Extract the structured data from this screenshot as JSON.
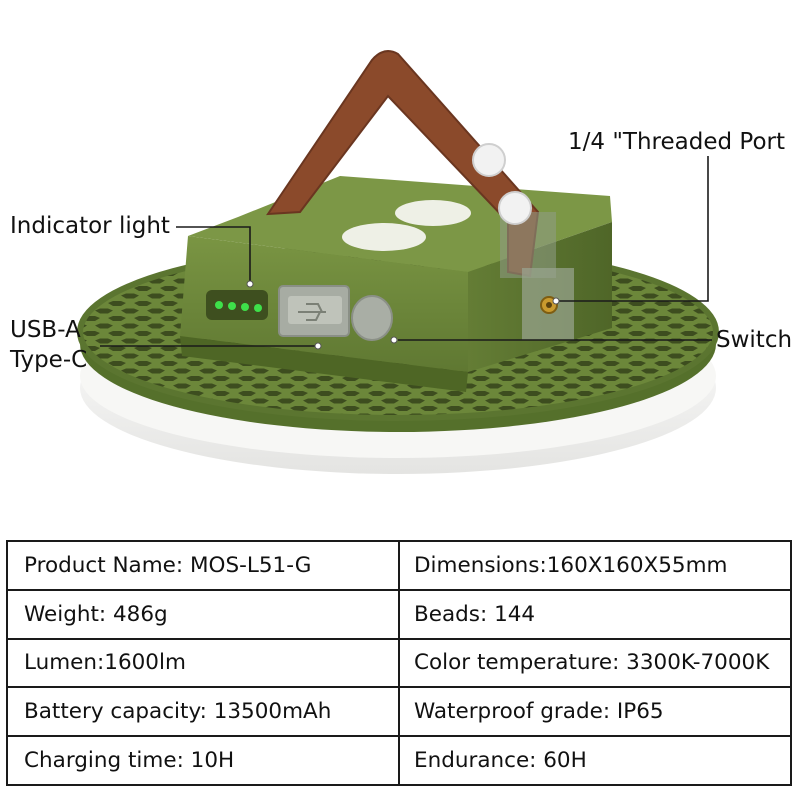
{
  "callouts": {
    "indicator_light": "Indicator light",
    "usb_a": "USB-A",
    "type_c": "Type-C",
    "threaded_port": "1/4 \"Threaded Port",
    "switch": "Switch"
  },
  "colors": {
    "body_green": "#6f8a3c",
    "strap_brown": "#8b4a2b",
    "diffuser_white": "#f3f3f1",
    "indicator_led": "#3ee04a"
  },
  "specs": [
    [
      "Product Name: MOS-L51-G",
      "Dimensions:160X160X55mm"
    ],
    [
      "Weight: 486g",
      "Beads: 144"
    ],
    [
      "Lumen:1600lm",
      "Color temperature: 3300K-7000K"
    ],
    [
      "Battery capacity: 13500mAh",
      "Waterproof grade: IP65"
    ],
    [
      "Charging time: 10H",
      "Endurance: 60H"
    ]
  ]
}
